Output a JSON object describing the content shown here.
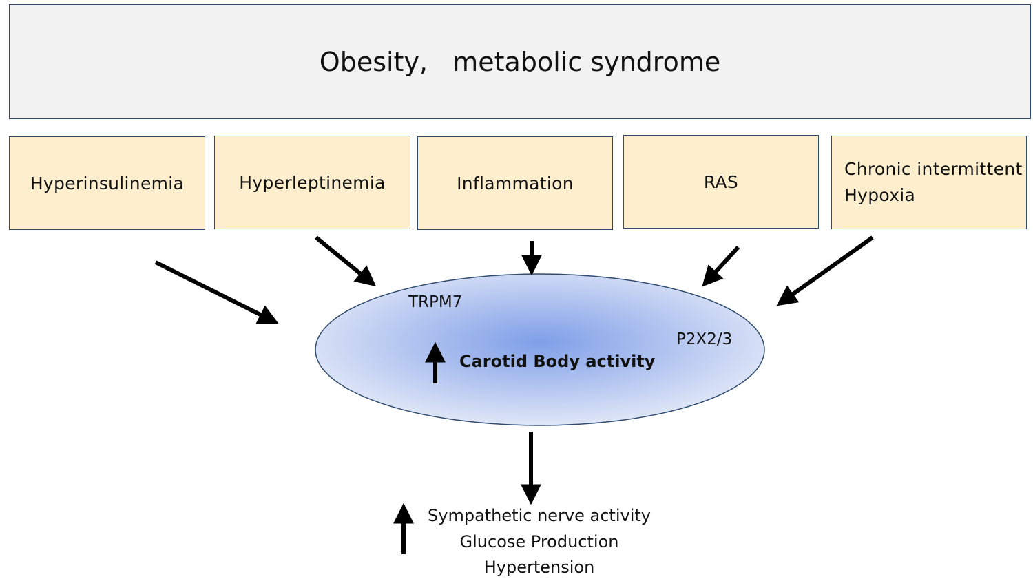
{
  "header": {
    "title": "Obesity,   metabolic syndrome"
  },
  "factors": [
    {
      "label": "Hyperinsulinemia"
    },
    {
      "label": "Hyperleptinemia"
    },
    {
      "label": "Inflammation"
    },
    {
      "label": "RAS"
    },
    {
      "label": "Chronic intermittent\nHypoxia"
    }
  ],
  "carotid_body": {
    "label": "Carotid Body activity",
    "channels": [
      "TRPM7",
      "P2X2/3"
    ],
    "fill_center": "#7f9fe8",
    "fill_edge": "#dfe6f7"
  },
  "outcomes": [
    "Sympathetic nerve activity",
    "Glucose Production",
    "Hypertension"
  ],
  "colors": {
    "banner_fill": "#f2f2f2",
    "factor_fill": "#fdefcd",
    "border": "#2f4a6d",
    "arrow": "#000000"
  },
  "icons": [
    "up-arrow-icon"
  ]
}
